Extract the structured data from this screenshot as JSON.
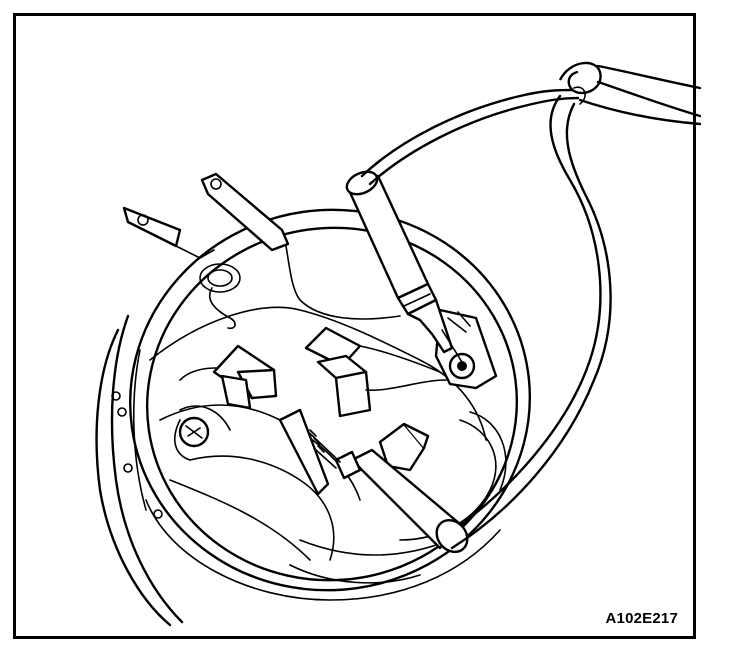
{
  "figure": {
    "code": "A102E217"
  },
  "colors": {
    "ink": "#000000",
    "paper": "#ffffff"
  },
  "parts": [
    "housing",
    "brush-holder-plate",
    "brush",
    "terminal-tab",
    "test-probe",
    "test-lead",
    "mounting-screw"
  ]
}
